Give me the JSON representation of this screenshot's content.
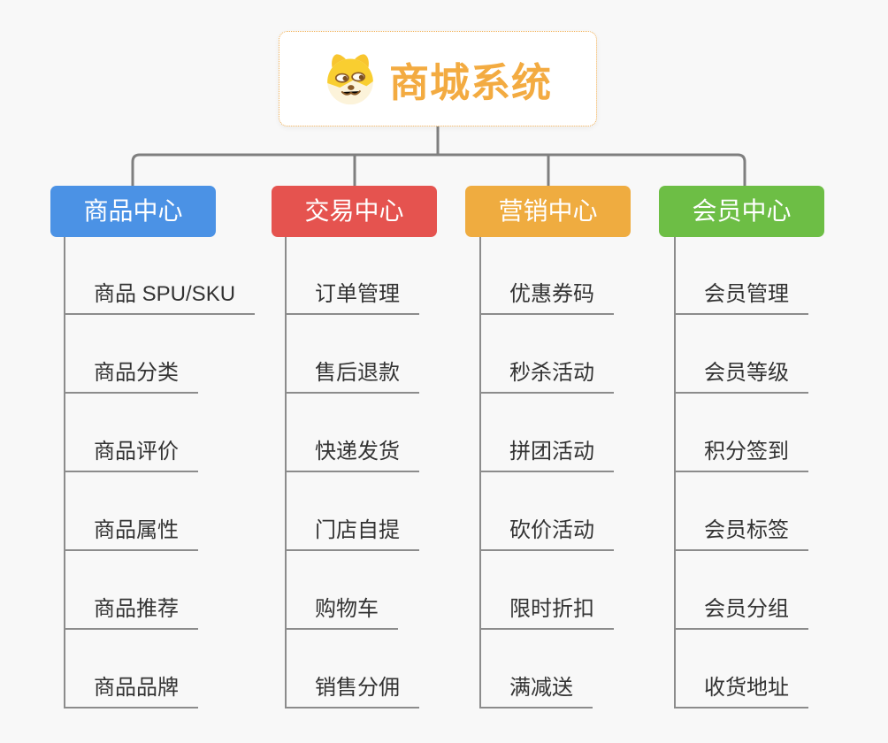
{
  "root": {
    "title": "商城系统",
    "icon": "dog-face-icon",
    "title_color": "#F3AB41",
    "border_color": "#F0AE52"
  },
  "colors": {
    "background": "#F8F8F8",
    "connector": "#7F7F7F",
    "underline": "#8C8C8C",
    "leaf_text": "#333333"
  },
  "columns": [
    {
      "label": "商品中心",
      "color": "#4B92E5",
      "items": [
        "商品 SPU/SKU",
        "商品分类",
        "商品评价",
        "商品属性",
        "商品推荐",
        "商品品牌"
      ]
    },
    {
      "label": "交易中心",
      "color": "#E5534F",
      "items": [
        "订单管理",
        "售后退款",
        "快递发货",
        "门店自提",
        "购物车",
        "销售分佣"
      ]
    },
    {
      "label": "营销中心",
      "color": "#EFAC40",
      "items": [
        "优惠券码",
        "秒杀活动",
        "拼团活动",
        "砍价活动",
        "限时折扣",
        "满减送"
      ]
    },
    {
      "label": "会员中心",
      "color": "#6DBE45",
      "items": [
        "会员管理",
        "会员等级",
        "积分签到",
        "会员标签",
        "会员分组",
        "收货地址"
      ]
    }
  ]
}
